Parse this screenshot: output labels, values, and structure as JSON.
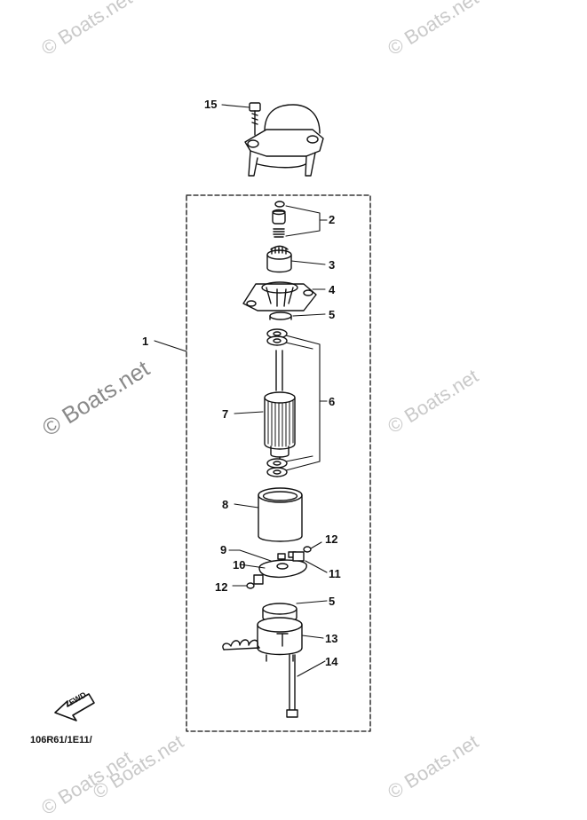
{
  "watermarks": {
    "text": "© Boats.net"
  },
  "callouts": {
    "c1": "1",
    "c2": "2",
    "c3": "3",
    "c4": "4",
    "c5a": "5",
    "c5b": "5",
    "c6": "6",
    "c7": "7",
    "c8": "8",
    "c9": "9",
    "c10": "10",
    "c11": "11",
    "c12a": "12",
    "c12b": "12",
    "c13": "13",
    "c14": "14",
    "c15": "15"
  },
  "fwd_label": "FWD",
  "diagram_code": "106R61/1E11/"
}
